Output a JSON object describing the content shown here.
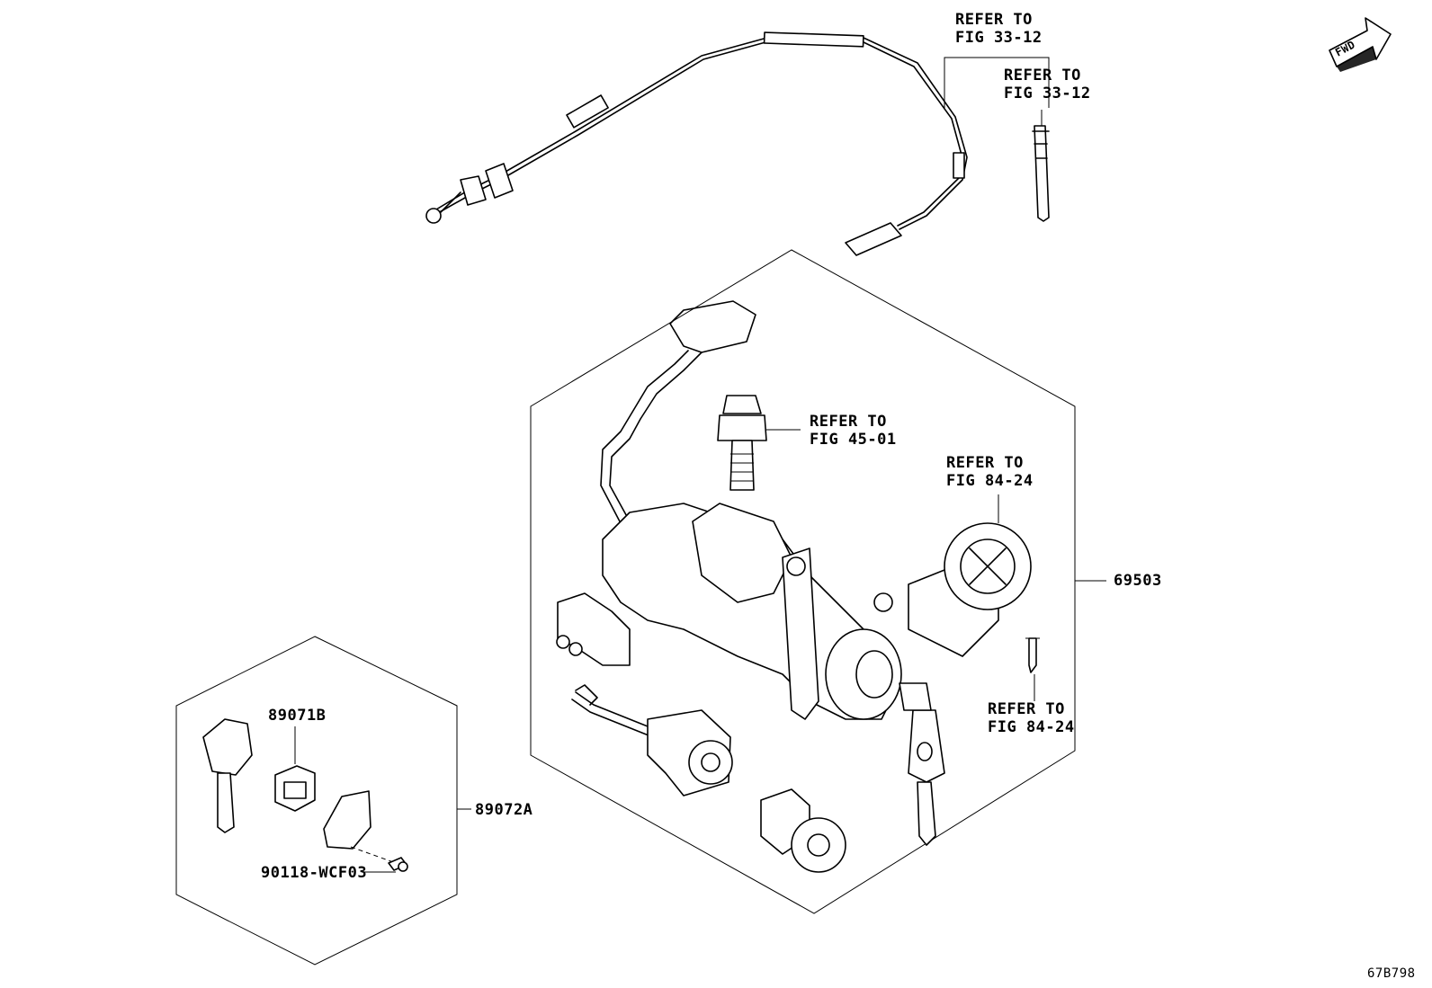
{
  "labels": {
    "refer_fig_33_12_a": "REFER TO\nFIG 33-12",
    "refer_fig_33_12_b": "REFER TO\nFIG 33-12",
    "refer_fig_45_01": "REFER TO\nFIG 45-01",
    "refer_fig_84_24_a": "REFER TO\nFIG 84-24",
    "refer_fig_84_24_b": "REFER TO\nFIG 84-24",
    "part_69503": "69503",
    "part_89071b": "89071B",
    "part_89072a": "89072A",
    "part_90118": "90118-WCF03",
    "fwd": "FWD",
    "figure_code": "67B798"
  },
  "icons": [
    "fwd-arrow-icon"
  ]
}
